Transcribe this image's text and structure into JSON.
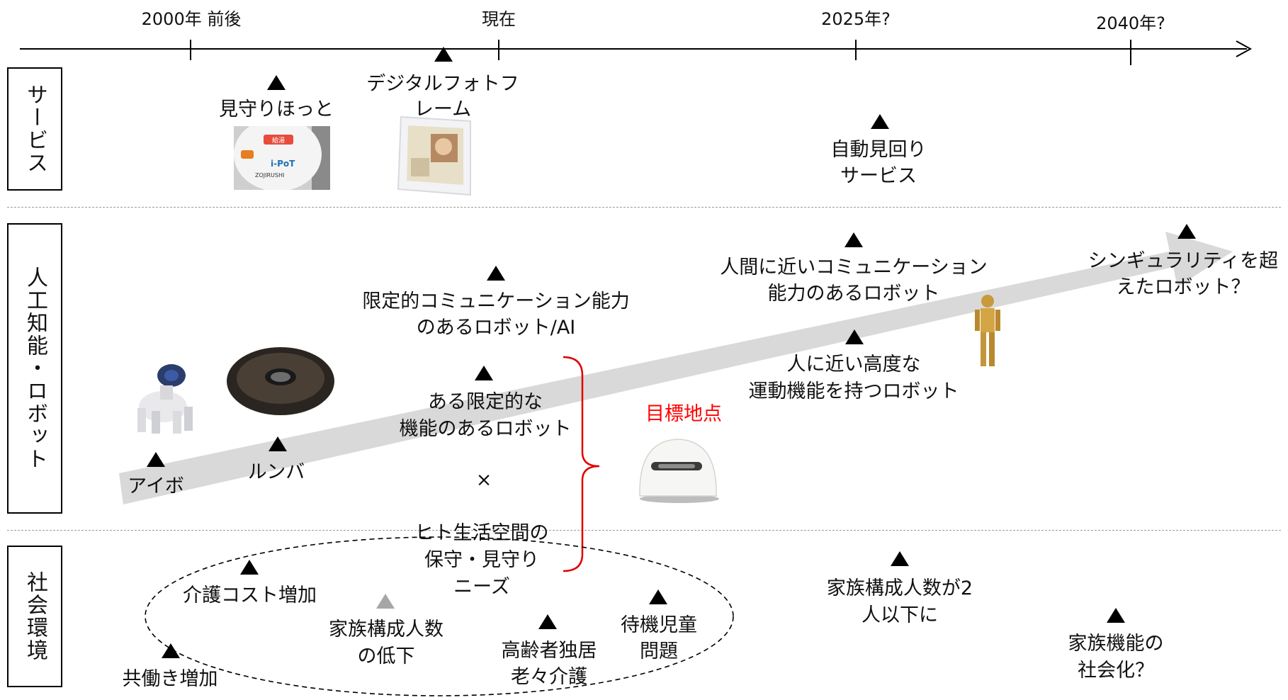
{
  "timeline": {
    "ticks": [
      "2000年 前後",
      "現在",
      "2025年?",
      "2040年?"
    ]
  },
  "categories": {
    "service": "サービス",
    "ai_robot": "人工知能・ロボット",
    "social": "社会環境"
  },
  "service_items": {
    "mimamori": "見守りほっと",
    "photoframe_l1": "デジタルフォトフ",
    "photoframe_l2": "レーム",
    "auto_l1": "自動見回り",
    "auto_l2": "サービス"
  },
  "photo_text": {
    "ipot_logo": "i-PoT",
    "ipot_brand": "ZOJIRUSHI",
    "ipot_button": "給湯"
  },
  "robot_items": {
    "aibo": "アイボ",
    "roomba": "ルンバ",
    "limited_comm_l1": "限定的コミュニケーション能力",
    "limited_comm_l2": "のあるロボット/AI",
    "limited_func_l1": "ある限定的な",
    "limited_func_l2": "機能のあるロボット",
    "times": "×",
    "needs_l1": "ヒト生活空間の",
    "needs_l2": "保守・見守り",
    "needs_l3": "ニーズ",
    "target": "目標地点",
    "human_comm_l1": "人間に近いコミュニケーション",
    "human_comm_l2": "能力のあるロボット",
    "motion_l1": "人に近い高度な",
    "motion_l2": "運動機能を持つロボット",
    "singularity_l1": "シンギュラリティを超",
    "singularity_l2": "えたロボット？"
  },
  "social_items": {
    "care_cost": "介護コスト増加",
    "dual_income": "共働き増加",
    "family_decline_l1": "家族構成人数",
    "family_decline_l2": "の低下",
    "elderly_l1": "高齢者独居",
    "elderly_l2": "老々介護",
    "waiting_l1": "待機児童",
    "waiting_l2": "問題",
    "family2_l1": "家族構成人数が2",
    "family2_l2": "人以下に",
    "socialize_l1": "家族機能の",
    "socialize_l2": "社会化？"
  },
  "colors": {
    "target": "#ff0000",
    "bracket": "#e00000",
    "arrow": "#d9d9d9",
    "divider": "#9a9a9a"
  }
}
